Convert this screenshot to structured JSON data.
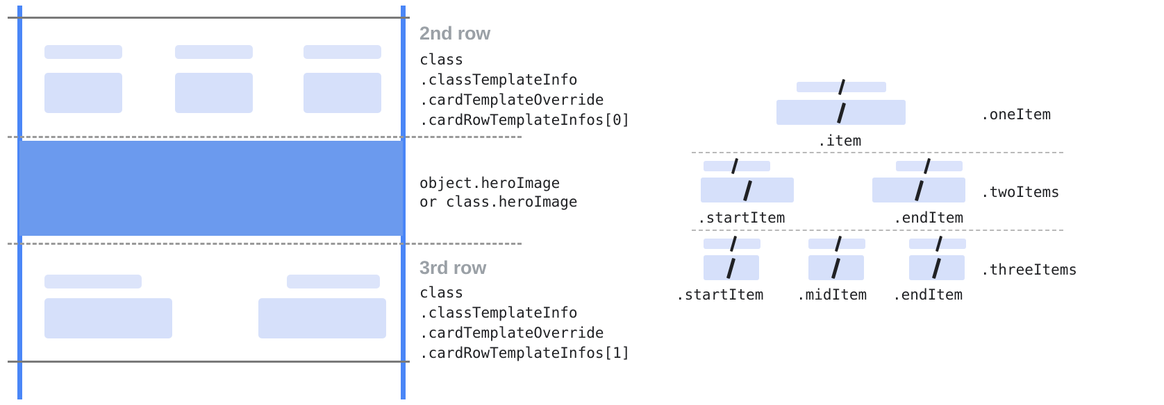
{
  "left_card": {
    "rows": [
      {
        "title": "2nd row",
        "code_lines": [
          "class",
          ".classTemplateInfo",
          ".cardTemplateOverride",
          ".cardRowTemplateInfos[0]"
        ]
      },
      {
        "title": "",
        "code_lines": [
          "object.heroImage",
          "or class.heroImage"
        ]
      },
      {
        "title": "3rd row",
        "code_lines": [
          "class",
          ".classTemplateInfo",
          ".cardTemplateOverride",
          ".cardRowTemplateInfos[1]"
        ]
      }
    ]
  },
  "right_diagram": {
    "groups": [
      {
        "name": ".oneItem",
        "item_labels": [
          ".item"
        ]
      },
      {
        "name": ".twoItems",
        "item_labels": [
          ".startItem",
          ".endItem"
        ]
      },
      {
        "name": ".threeItems",
        "item_labels": [
          ".startItem",
          ".midItem",
          ".endItem"
        ]
      }
    ]
  },
  "colors": {
    "accent_blue": "#4a86f7",
    "hero_blue": "#6b9aee",
    "placeholder_blue": "#dce4fa",
    "rule_gray": "#7a7a7a",
    "title_gray": "#9aa0a6",
    "text_dark": "#202124"
  }
}
